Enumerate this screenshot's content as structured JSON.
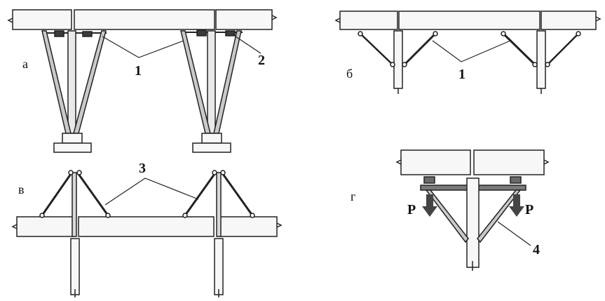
{
  "panels": {
    "a": {
      "letter": "а",
      "callouts": [
        "1",
        "2"
      ]
    },
    "b": {
      "letter": "б",
      "callouts": [
        "1"
      ]
    },
    "v": {
      "letter": "в",
      "callouts": [
        "3"
      ]
    },
    "g": {
      "letter": "г",
      "callouts": [
        "4"
      ],
      "loads": [
        "P",
        "P"
      ]
    }
  },
  "colors": {
    "line": "#222222",
    "strut_fill": "#c9c9c9",
    "block": "#3a3a3a",
    "beam_fill": "#f7f7f7"
  }
}
